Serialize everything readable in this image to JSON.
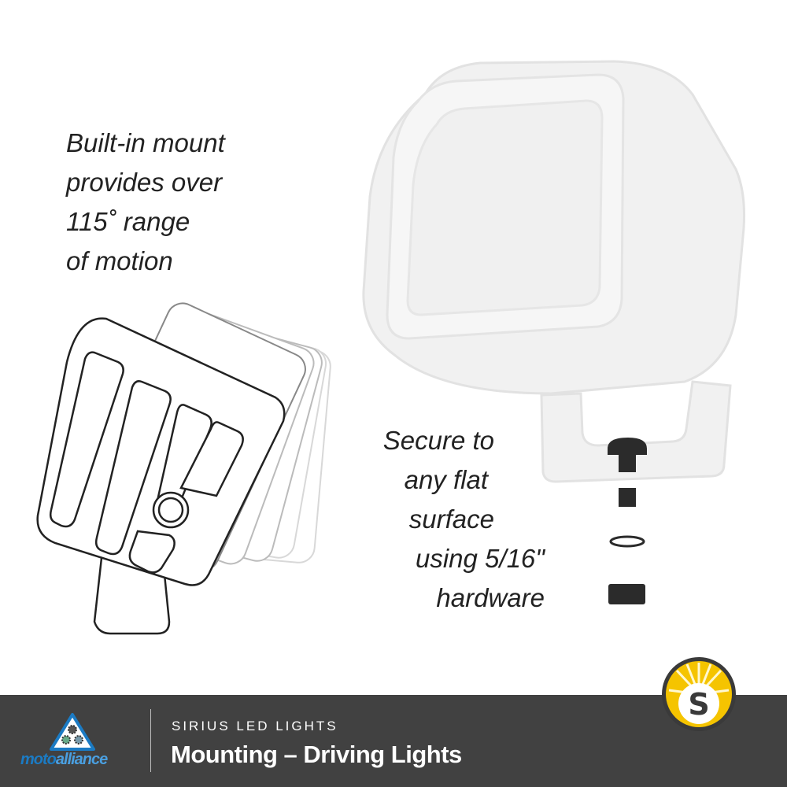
{
  "captions": {
    "mount_lines": [
      "Built-in mount",
      "provides over",
      "115˚ range",
      "of motion"
    ],
    "hardware_lines": [
      "Secure to",
      "any flat",
      "surface",
      "using 5/16\"",
      "hardware"
    ]
  },
  "banner": {
    "subtitle": "SIRIUS LED LIGHTS",
    "title": "Mounting – Driving Lights",
    "brand_left_a": "moto",
    "brand_left_b": "alliance",
    "brand_right_letter": "S"
  },
  "colors": {
    "banner": "#414141",
    "moto_blue": "#1b7bc4",
    "sirius_yellow": "#f5c400",
    "hardware": "#2b2b2b"
  }
}
